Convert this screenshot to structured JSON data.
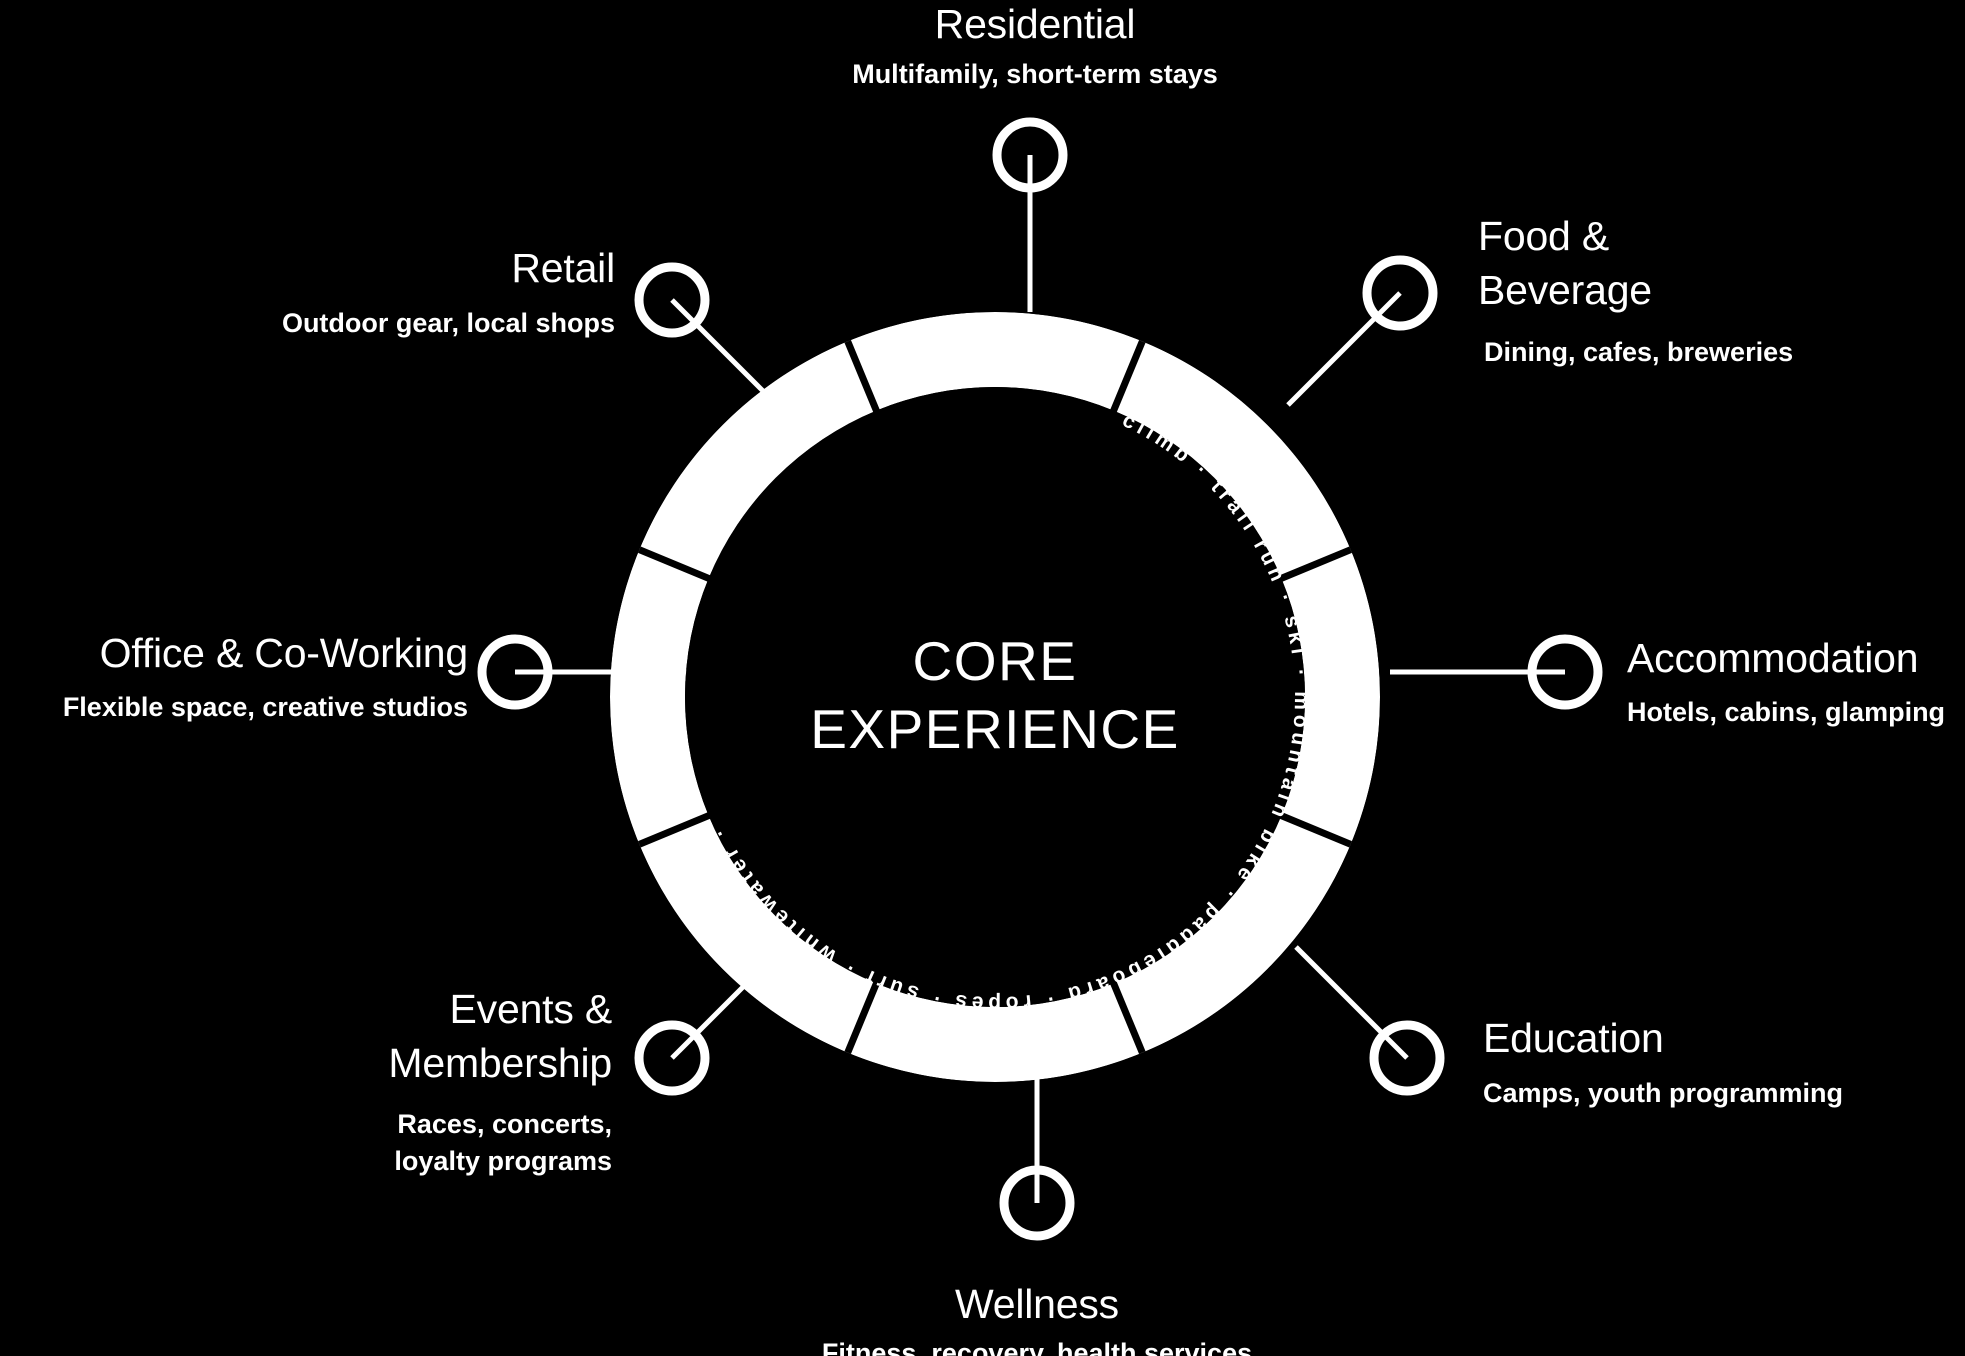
{
  "diagram": {
    "type": "radial-hub-and-spoke",
    "background_color": "#000000",
    "foreground_color": "#ffffff",
    "center": {
      "title_line1": "CORE",
      "title_line2": "EXPERIENCE"
    },
    "ring_text": "climb  ·  trail run  ·  ski  ·  mountain bike  ·  paddleboard  ·  ropes  ·  surf  ·  whitewater  ·",
    "ring_activities": [
      "climb",
      "trail run",
      "ski",
      "mountain bike",
      "paddleboard",
      "ropes",
      "surf",
      "whitewater"
    ],
    "ring_separator": "·",
    "segments": [
      {
        "id": "residential",
        "title": "Residential",
        "title_lines": [
          "Residential"
        ],
        "subtitle": "Multifamily, short-term stays",
        "subtitle_lines": [
          "Multifamily, short-term stays"
        ],
        "angle_deg": 90,
        "node_position": "top"
      },
      {
        "id": "food-beverage",
        "title": "Food & Beverage",
        "title_lines": [
          "Food &",
          "Beverage"
        ],
        "subtitle": "Dining, cafes, breweries",
        "subtitle_lines": [
          "Dining, cafes, breweries"
        ],
        "angle_deg": 45,
        "node_position": "top-right"
      },
      {
        "id": "accommodation",
        "title": "Accommodation",
        "title_lines": [
          "Accommodation"
        ],
        "subtitle": "Hotels, cabins, glamping",
        "subtitle_lines": [
          "Hotels, cabins, glamping"
        ],
        "angle_deg": 0,
        "node_position": "right"
      },
      {
        "id": "education",
        "title": "Education",
        "title_lines": [
          "Education"
        ],
        "subtitle": "Camps, youth programming",
        "subtitle_lines": [
          "Camps, youth programming"
        ],
        "angle_deg": -45,
        "node_position": "bottom-right"
      },
      {
        "id": "wellness",
        "title": "Wellness",
        "title_lines": [
          "Wellness"
        ],
        "subtitle": "Fitness, recovery, health services",
        "subtitle_lines": [
          "Fitness, recovery, health services"
        ],
        "angle_deg": -90,
        "node_position": "bottom"
      },
      {
        "id": "events-membership",
        "title": "Events & Membership",
        "title_lines": [
          "Events &",
          "Membership"
        ],
        "subtitle": "Races, concerts, loyalty programs",
        "subtitle_lines": [
          "Races, concerts,",
          "loyalty programs"
        ],
        "angle_deg": -135,
        "node_position": "bottom-left"
      },
      {
        "id": "office-coworking",
        "title": "Office & Co-Working",
        "title_lines": [
          "Office & Co-Working"
        ],
        "subtitle": "Flexible space, creative studios",
        "subtitle_lines": [
          "Flexible space, creative studios"
        ],
        "angle_deg": 180,
        "node_position": "left"
      },
      {
        "id": "retail",
        "title": "Retail",
        "title_lines": [
          "Retail"
        ],
        "subtitle": "Outdoor gear, local shops",
        "subtitle_lines": [
          "Outdoor gear, local shops"
        ],
        "angle_deg": 135,
        "node_position": "top-left"
      }
    ]
  }
}
